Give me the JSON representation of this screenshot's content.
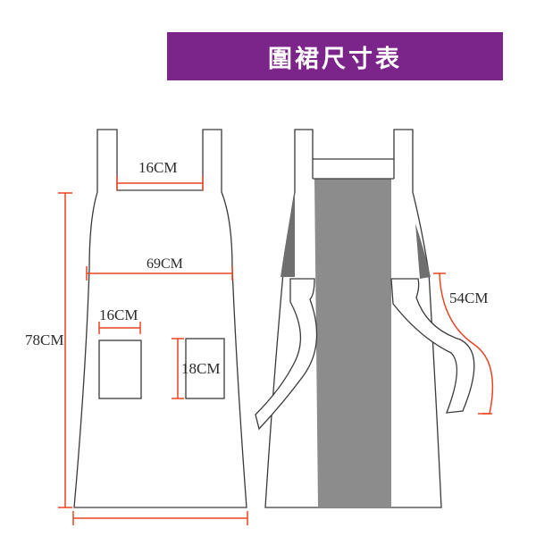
{
  "title": "圍裙尺寸表",
  "colors": {
    "banner": "#7b2489",
    "dimension_line": "#e8441f",
    "outline": "#3a3a3a",
    "back_panel": "#8c8c8c",
    "shade": "#6f6f6f"
  },
  "dimensions": {
    "strap_gap": "16CM",
    "width": "69CM",
    "length": "78CM",
    "pocket_width": "16CM",
    "pocket_height": "18CM",
    "tie_length": "54CM"
  }
}
